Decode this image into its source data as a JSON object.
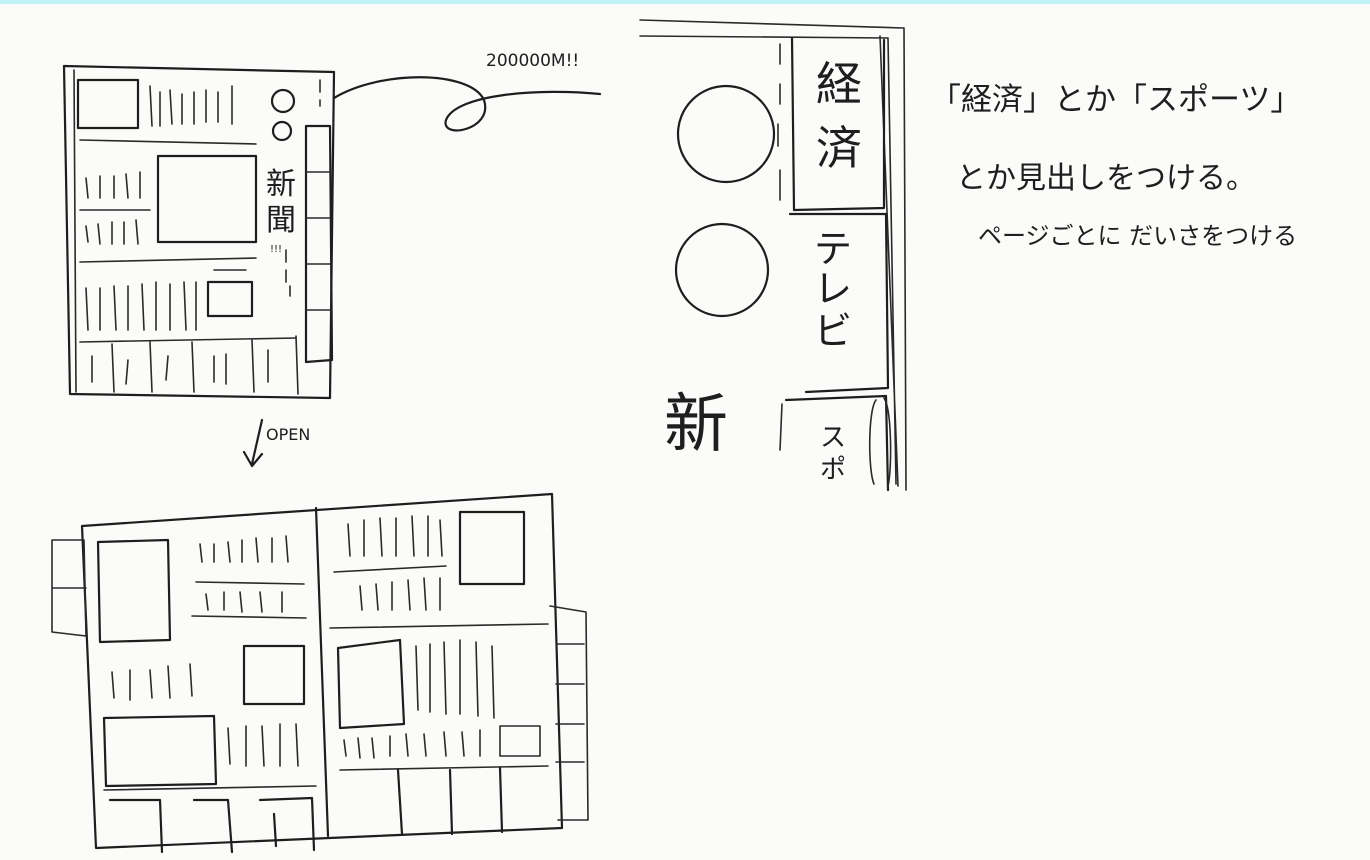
{
  "sketch": {
    "zoom_note": "200000M!!",
    "newspaper_vertical": "新聞",
    "newspaper_dots": "!!!",
    "open_label": "OPEN",
    "tabs": [
      "経済",
      "テレビ",
      "スポ"
    ],
    "big_char": "新",
    "note_line1": "「経済」とか「スポーツ」",
    "note_line2": "とか見出しをつける。",
    "note_line3": "ページごとに だいさをつける"
  }
}
